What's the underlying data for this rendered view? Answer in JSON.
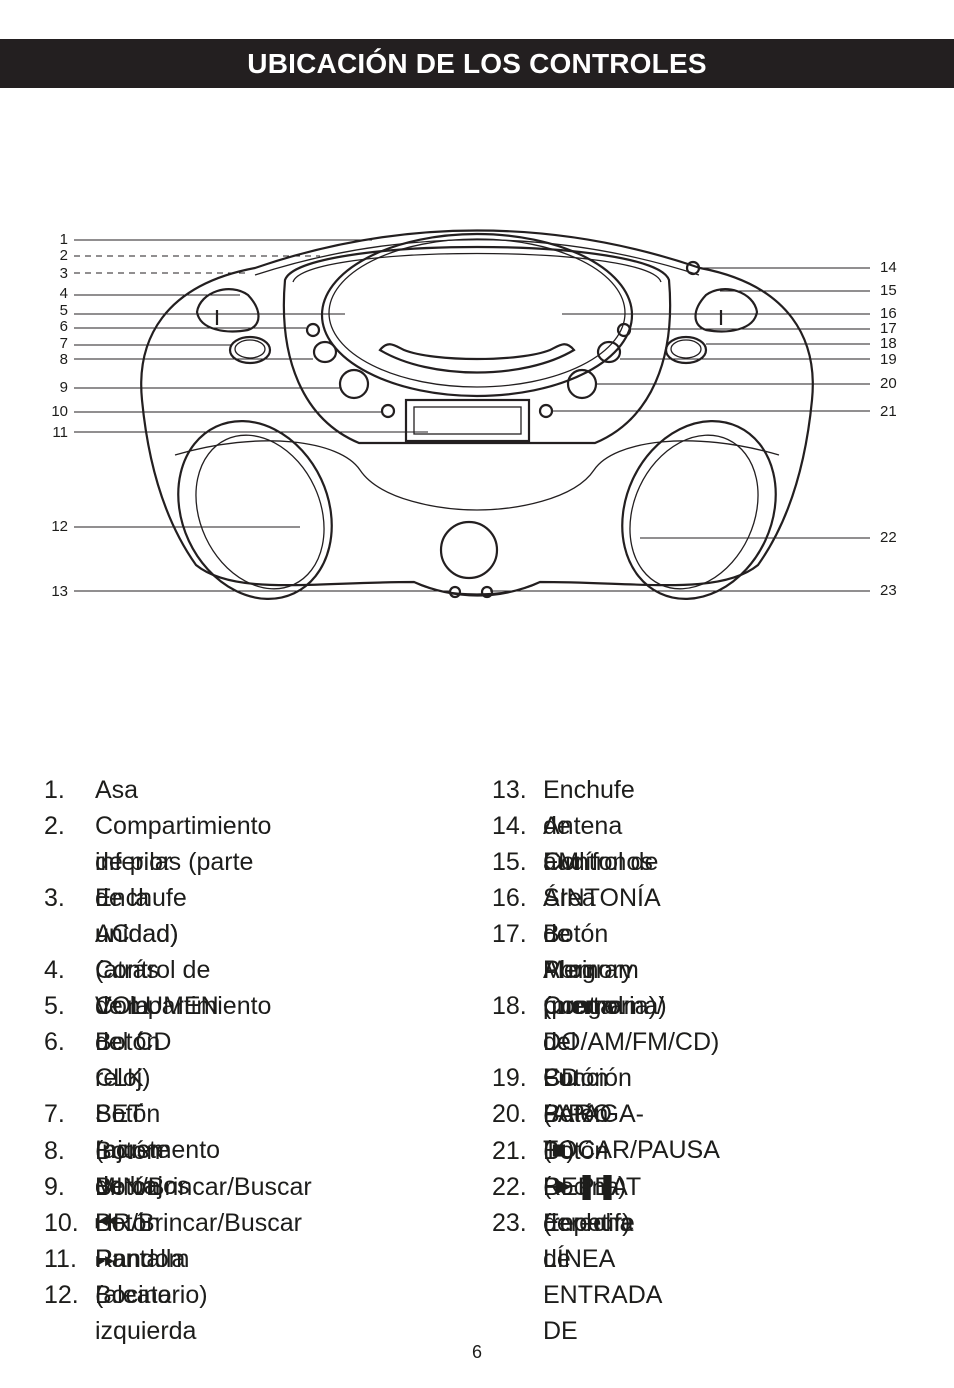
{
  "title": "UBICACIÓN DE LOS CONTROLES",
  "callouts_left": [
    "1",
    "2",
    "3",
    "4",
    "5",
    "6",
    "7",
    "8",
    "9",
    "10",
    "11",
    "12",
    "13"
  ],
  "callouts_right": [
    "14",
    "15",
    "16",
    "17",
    "18",
    "19",
    "20",
    "21",
    "22",
    "23"
  ],
  "items_left": [
    {
      "num": "1.",
      "lines": [
        "Asa"
      ]
    },
    {
      "num": "2.",
      "lines": [
        "Compartimiento de pilas (parte",
        "inferior de la unidad)"
      ]
    },
    {
      "num": "3.",
      "lines": [
        "Enchufe AC (atrás de la",
        "unidad)"
      ]
    },
    {
      "num": "4.",
      "lines": [
        "Control de VOLUMEN"
      ]
    },
    {
      "num": "5.",
      "lines": [
        "Compartimiento del CD"
      ]
    },
    {
      "num": "6.",
      "lines": [
        "Botón CLK SET (ajuste de",
        "reloj)"
      ]
    },
    {
      "num": "7.",
      "lines": [
        "Botón Incremento de bajos"
      ]
    },
    {
      "num": "8.",
      "lines": [
        "Botón MIN/Brincar/Buscar ⏮"
      ]
    },
    {
      "num": "9.",
      "lines": [
        "Botón HR/Brincar/Buscar ⏭"
      ]
    },
    {
      "num": "10.",
      "lines": [
        "Botón Random (aleatorio)"
      ]
    },
    {
      "num": "11.",
      "lines": [
        "Pantalla"
      ]
    },
    {
      "num": "12.",
      "lines": [
        "Bocina izquierda"
      ]
    }
  ],
  "items_right": [
    {
      "num": "13.",
      "lines": [
        "Enchufe de audífonos"
      ]
    },
    {
      "num": "14.",
      "lines": [
        "Antena FM"
      ]
    },
    {
      "num": "15.",
      "lines": [
        "Control de SINTONÍA"
      ]
    },
    {
      "num": "16.",
      "lines": [
        "Área de Abrir puerta del CD"
      ]
    },
    {
      "num": "17.",
      "lines": [
        "Botón Memory (memoria)/",
        "Program (programa)"
      ]
    },
    {
      "num": "18.",
      "lines": [
        "Control de Función (APAGA-",
        "DO/AM/FM/CD)"
      ]
    },
    {
      "num": "19.",
      "lines": [
        "Botón PARO (■)"
      ]
    },
    {
      "num": "20.",
      "lines": [
        "Botón TOCAR/PAUSA (►❚❚)"
      ]
    },
    {
      "num": "21.",
      "lines": [
        "Botón REPEAT (repetir)"
      ]
    },
    {
      "num": "22.",
      "lines": [
        "Bocina derecha"
      ]
    },
    {
      "num": "23.",
      "lines": [
        "Enchufe de ENTRADA DE",
        "LÍNEA"
      ]
    }
  ],
  "page_number": "6"
}
